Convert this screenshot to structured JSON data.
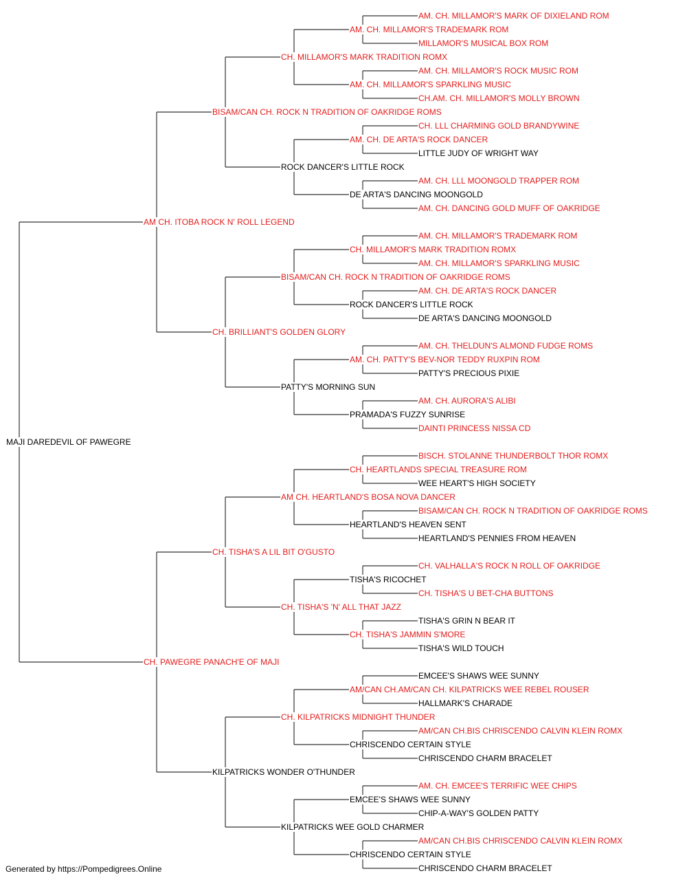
{
  "colors": {
    "champion": "#e31b1b",
    "regular": "#000000",
    "line": "#333333"
  },
  "pedigree": {
    "subject": {
      "name": "MAJI DAREDEVIL OF PAWEGRE",
      "red": false
    },
    "sire": {
      "name": "AM CH. ITOBA ROCK N' ROLL LEGEND",
      "red": true
    },
    "dam": {
      "name": "CH. PAWEGRE PANACH'E OF MAJI",
      "red": true
    },
    "grandparents": [
      {
        "name": "BISAM/CAN CH. ROCK N TRADITION OF OAKRIDGE ROMS",
        "red": true
      },
      {
        "name": "CH. BRILLIANT'S GOLDEN GLORY",
        "red": true
      },
      {
        "name": "CH. TISHA'S A LIL BIT O'GUSTO",
        "red": true
      },
      {
        "name": "KILPATRICKS WONDER O'THUNDER",
        "red": false
      }
    ],
    "great_grandparents": [
      {
        "name": "CH. MILLAMOR'S MARK TRADITION ROMX",
        "red": true
      },
      {
        "name": "ROCK DANCER'S LITTLE ROCK",
        "red": false
      },
      {
        "name": "BISAM/CAN CH. ROCK N TRADITION OF OAKRIDGE ROMS",
        "red": true
      },
      {
        "name": "PATTY'S MORNING SUN",
        "red": false
      },
      {
        "name": "AM CH. HEARTLAND'S BOSA NOVA DANCER",
        "red": true
      },
      {
        "name": "CH. TISHA'S 'N' ALL THAT JAZZ",
        "red": true
      },
      {
        "name": "CH. KILPATRICKS MIDNIGHT THUNDER",
        "red": true
      },
      {
        "name": "KILPATRICKS WEE GOLD CHARMER",
        "red": false
      }
    ],
    "gen4": [
      {
        "name": "AM. CH. MILLAMOR'S TRADEMARK ROM",
        "red": true
      },
      {
        "name": "AM. CH. MILLAMOR'S SPARKLING MUSIC",
        "red": true
      },
      {
        "name": "AM. CH. DE ARTA'S ROCK DANCER",
        "red": true
      },
      {
        "name": "DE ARTA'S DANCING MOONGOLD",
        "red": false
      },
      {
        "name": "CH. MILLAMOR'S MARK TRADITION ROMX",
        "red": true
      },
      {
        "name": "ROCK DANCER'S LITTLE ROCK",
        "red": false
      },
      {
        "name": "AM. CH. PATTY'S BEV-NOR TEDDY RUXPIN ROM",
        "red": true
      },
      {
        "name": "PRAMADA'S FUZZY SUNRISE",
        "red": false
      },
      {
        "name": "CH. HEARTLANDS SPECIAL TREASURE ROM",
        "red": true
      },
      {
        "name": "HEARTLAND'S HEAVEN SENT",
        "red": false
      },
      {
        "name": "TISHA'S RICOCHET",
        "red": false
      },
      {
        "name": "CH. TISHA'S JAMMIN S'MORE",
        "red": true
      },
      {
        "name": "AM/CAN CH.AM/CAN CH. KILPATRICKS WEE REBEL ROUSER",
        "red": true
      },
      {
        "name": "CHRISCENDO CERTAIN STYLE",
        "red": false
      },
      {
        "name": "EMCEE'S SHAWS WEE SUNNY",
        "red": false
      },
      {
        "name": "CHRISCENDO CERTAIN STYLE",
        "red": false
      }
    ],
    "gen5": [
      {
        "name": "AM. CH. MILLAMOR'S MARK OF DIXIELAND ROM",
        "red": true
      },
      {
        "name": "MILLAMOR'S MUSICAL BOX ROM",
        "red": true
      },
      {
        "name": "AM. CH. MILLAMOR'S ROCK MUSIC ROM",
        "red": true
      },
      {
        "name": "CH.AM. CH. MILLAMOR'S MOLLY BROWN",
        "red": true
      },
      {
        "name": "CH. LLL CHARMING GOLD BRANDYWINE",
        "red": true
      },
      {
        "name": "LITTLE JUDY OF WRIGHT WAY",
        "red": false
      },
      {
        "name": "AM. CH. LLL MOONGOLD TRAPPER ROM",
        "red": true
      },
      {
        "name": "AM. CH. DANCING GOLD MUFF OF OAKRIDGE",
        "red": true
      },
      {
        "name": "AM. CH. MILLAMOR'S TRADEMARK ROM",
        "red": true
      },
      {
        "name": "AM. CH. MILLAMOR'S SPARKLING MUSIC",
        "red": true
      },
      {
        "name": "AM. CH. DE ARTA'S ROCK DANCER",
        "red": true
      },
      {
        "name": "DE ARTA'S DANCING MOONGOLD",
        "red": false
      },
      {
        "name": "AM. CH. THELDUN'S ALMOND FUDGE ROMS",
        "red": true
      },
      {
        "name": "PATTY'S PRECIOUS PIXIE",
        "red": false
      },
      {
        "name": "AM. CH. AURORA'S ALIBI",
        "red": true
      },
      {
        "name": "DAINTI PRINCESS NISSA CD",
        "red": true
      },
      {
        "name": "BISCH. STOLANNE THUNDERBOLT THOR ROMX",
        "red": true
      },
      {
        "name": "WEE HEART'S HIGH SOCIETY",
        "red": false
      },
      {
        "name": "BISAM/CAN CH. ROCK N TRADITION OF OAKRIDGE ROMS",
        "red": true
      },
      {
        "name": "HEARTLAND'S PENNIES FROM HEAVEN",
        "red": false
      },
      {
        "name": "CH. VALHALLA'S ROCK N ROLL OF OAKRIDGE",
        "red": true
      },
      {
        "name": "CH. TISHA'S U BET-CHA BUTTONS",
        "red": true
      },
      {
        "name": "TISHA'S GRIN N BEAR IT",
        "red": false
      },
      {
        "name": "TISHA'S WILD TOUCH",
        "red": false
      },
      {
        "name": "EMCEE'S SHAWS WEE SUNNY",
        "red": false
      },
      {
        "name": "HALLMARK'S CHARADE",
        "red": false
      },
      {
        "name": "AM/CAN CH.BIS CHRISCENDO CALVIN KLEIN ROMX",
        "red": true
      },
      {
        "name": "CHRISCENDO CHARM BRACELET",
        "red": false
      },
      {
        "name": "AM. CH. EMCEE'S TERRIFIC WEE CHIPS",
        "red": true
      },
      {
        "name": "CHIP-A-WAY'S GOLDEN PATTY",
        "red": false
      },
      {
        "name": "AM/CAN CH.BIS CHRISCENDO CALVIN KLEIN ROMX",
        "red": true
      },
      {
        "name": "CHRISCENDO CHARM BRACELET",
        "red": false
      }
    ]
  },
  "footer": "Generated by https://Pompedigrees.Online"
}
